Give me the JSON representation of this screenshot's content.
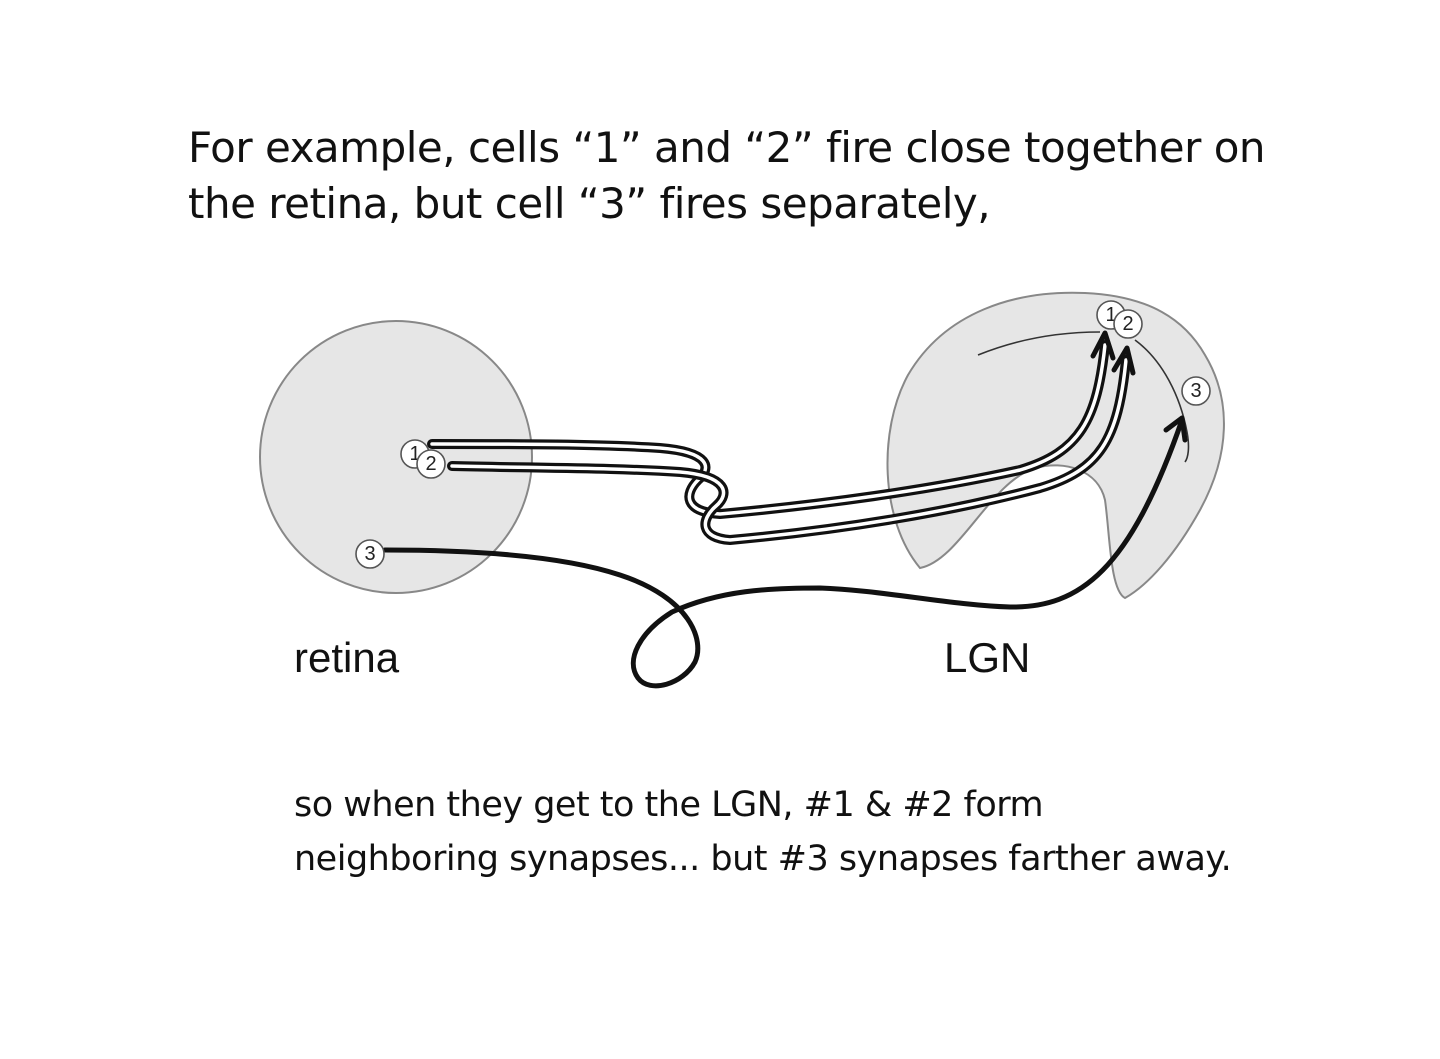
{
  "caption_top": {
    "line1": "For example, cells “1” and “2” fire close together on",
    "line2": "the retina, but cell “3” fires separately,"
  },
  "caption_bottom": {
    "line1": "so when they get to the LGN, #1 & #2 form",
    "line2": "neighboring synapses... but #3 synapses farther away."
  },
  "diagram": {
    "retina_label": "retina",
    "lgn_label": "LGN",
    "retina_cells": [
      "1",
      "2",
      "3"
    ],
    "lgn_cells": [
      "1",
      "2",
      "3"
    ],
    "colors": {
      "region_fill": "#e6e6e6",
      "region_stroke": "#888888",
      "axon_stroke": "#111111"
    }
  }
}
